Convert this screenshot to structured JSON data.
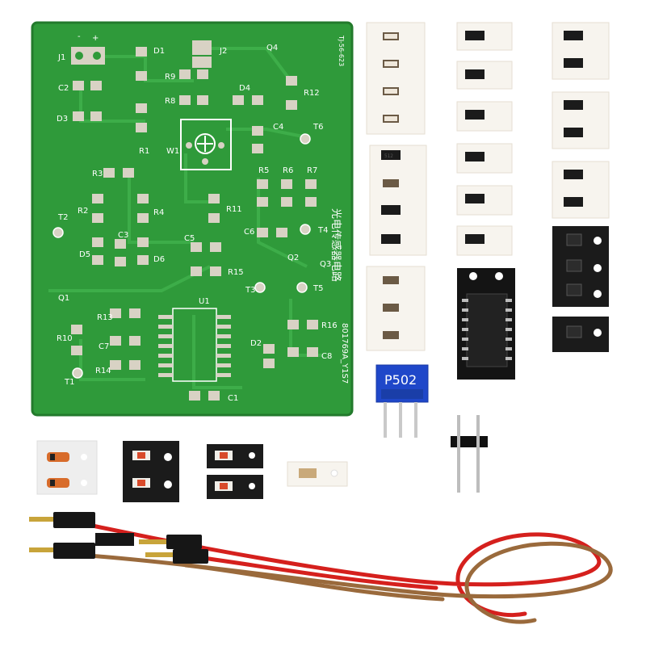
{
  "board": {
    "title_cn": "光电传感器电路",
    "code_top": "TJ-56-623",
    "code_bottom": "801769A_Y1S7",
    "pins": [
      "-",
      "+"
    ],
    "labels": [
      "J1",
      "J2",
      "D1",
      "D3",
      "D4",
      "D5",
      "D6",
      "D2",
      "C2",
      "C3",
      "C4",
      "C5",
      "C6",
      "C7",
      "C8",
      "C1",
      "R1",
      "R2",
      "R3",
      "R4",
      "R5",
      "R6",
      "R7",
      "R8",
      "R9",
      "R10",
      "R11",
      "R12",
      "R13",
      "R14",
      "R15",
      "R16",
      "W1",
      "T1",
      "T2",
      "T3",
      "T4",
      "T5",
      "T6",
      "Q1",
      "Q2",
      "Q3",
      "Q4",
      "U1"
    ]
  },
  "parts": {
    "resistor_code": "512",
    "pot_label": "P502"
  },
  "colors": {
    "pcb": "#2f9a3a",
    "pcb_edge": "#237a2c",
    "pad": "#d8d2c4",
    "silk": "#ffffff",
    "tape": "#f7f4ee",
    "black_tape": "#1b1b1b",
    "pot_blue": "#1f47c9",
    "wire_red": "#d5201d",
    "wire_brown": "#9a6a3c"
  }
}
